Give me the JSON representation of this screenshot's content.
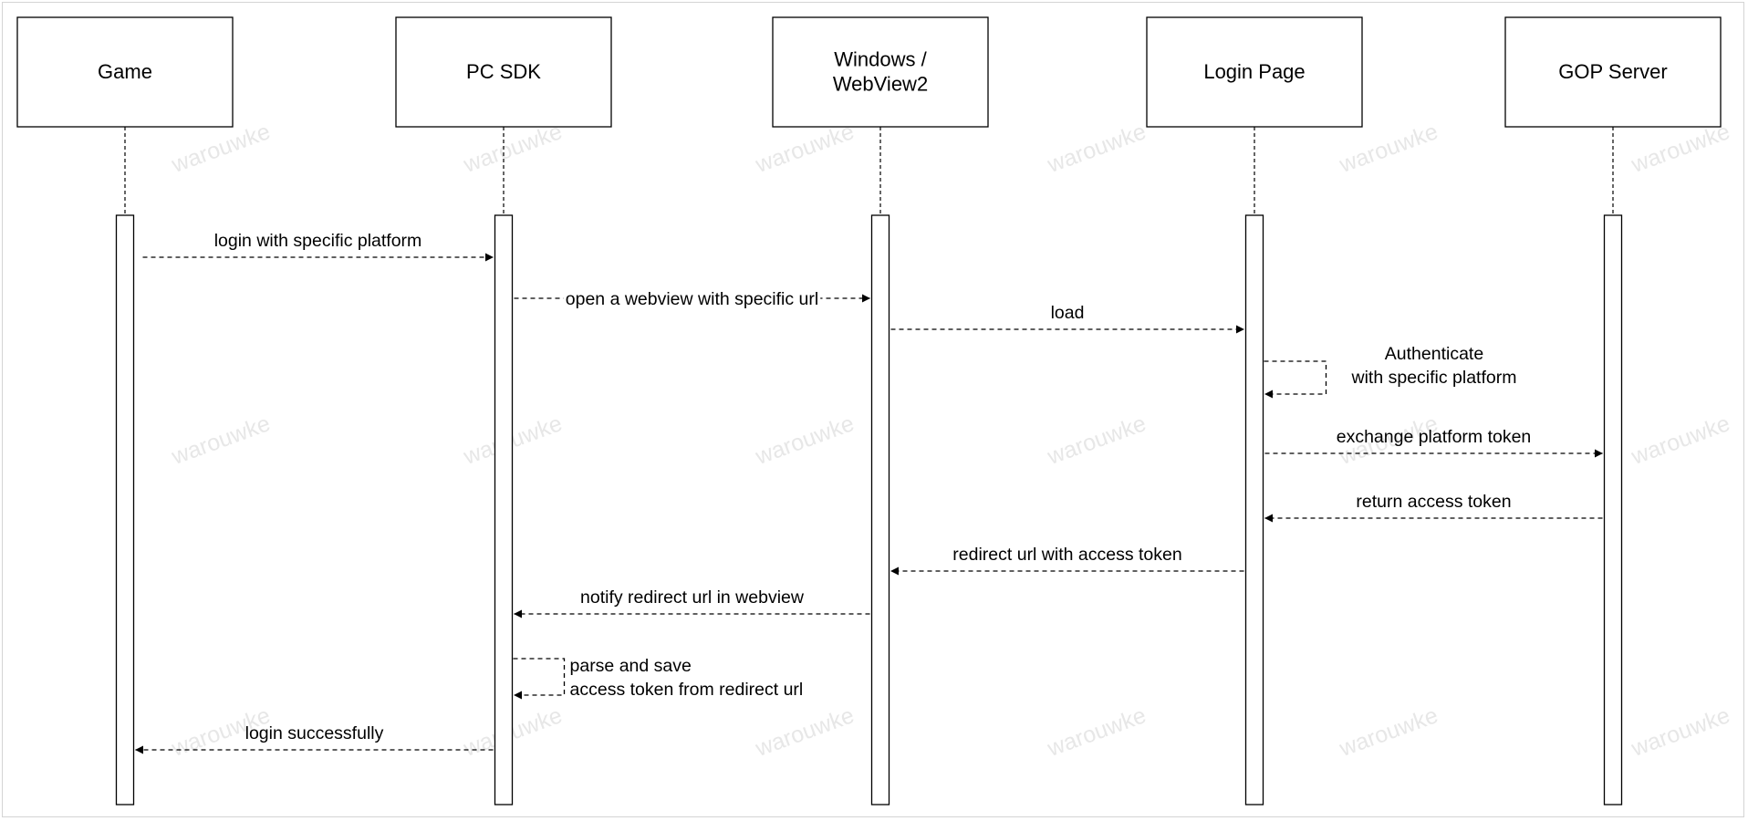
{
  "diagram": {
    "type": "sequence",
    "participants": [
      "Game",
      "PC SDK",
      "Windows /\nWebView2",
      "Login Page",
      "GOP Server"
    ],
    "messages": [
      {
        "from": 0,
        "to": 1,
        "label": "login with specific platform",
        "style": "dashed"
      },
      {
        "from": 1,
        "to": 2,
        "label": "open a webview with specific url",
        "style": "dashed"
      },
      {
        "from": 2,
        "to": 3,
        "label": "load",
        "style": "dashed"
      },
      {
        "from": 3,
        "to": 3,
        "label": "Authenticate\nwith specific platform",
        "style": "dashed",
        "self": true
      },
      {
        "from": 3,
        "to": 4,
        "label": "exchange platform token",
        "style": "dashed"
      },
      {
        "from": 4,
        "to": 3,
        "label": "return access token",
        "style": "dashed"
      },
      {
        "from": 3,
        "to": 2,
        "label": "redirect url with access token",
        "style": "dashed"
      },
      {
        "from": 2,
        "to": 1,
        "label": "notify redirect url in webview",
        "style": "dashed"
      },
      {
        "from": 1,
        "to": 1,
        "label": "parse and save\naccess token from redirect url",
        "style": "dashed",
        "self": true
      },
      {
        "from": 1,
        "to": 0,
        "label": "login successfully",
        "style": "dashed"
      }
    ],
    "watermark": "warouwke",
    "colors": {
      "line": "#000000",
      "watermark": "#e7e7e7",
      "border": "#d4d4d4"
    }
  }
}
